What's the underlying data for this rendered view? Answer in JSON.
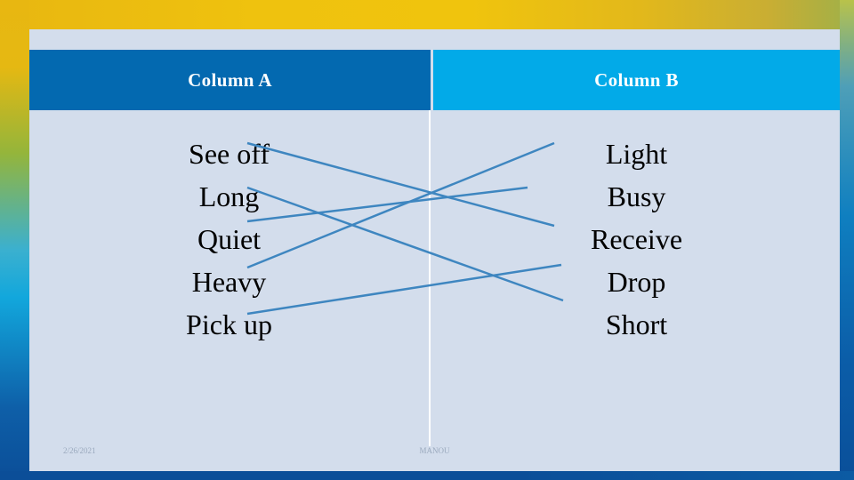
{
  "slide": {
    "columns": {
      "a": {
        "header": "Column A",
        "items": [
          "See off",
          "Long",
          "Quiet",
          "Heavy",
          "Pick up"
        ]
      },
      "b": {
        "header": "Column B",
        "items": [
          "Light",
          "Busy",
          "Receive",
          "Drop",
          "Short"
        ]
      }
    },
    "footer": {
      "date": "2/26/2021",
      "center": "MANOU"
    },
    "colors": {
      "header_a_bg": "#0369B0",
      "header_b_bg": "#02AAE8",
      "panel_bg": "#D3DDEC",
      "connector": "#3E86C0",
      "accent_gold": "#E8B711",
      "accent_blue": "#0B4E98"
    },
    "connectors": [
      {
        "from": "See off",
        "to": "Receive"
      },
      {
        "from": "Long",
        "to": "Short"
      },
      {
        "from": "Quiet",
        "to": "Busy"
      },
      {
        "from": "Heavy",
        "to": "Light"
      },
      {
        "from": "Pick up",
        "to": "Drop"
      }
    ]
  }
}
